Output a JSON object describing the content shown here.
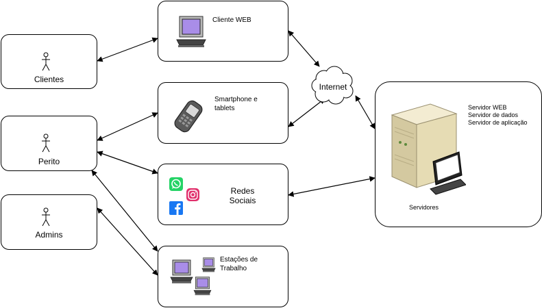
{
  "actors": {
    "clientes": "Clientes",
    "perito": "Perito",
    "admins": "Admins"
  },
  "channels": {
    "web": "Cliente WEB",
    "smartphone_line1": "Smartphone e",
    "smartphone_line2": "tablets",
    "social_line1": "Redes",
    "social_line2": "Sociais",
    "stations_line1": "Estações de",
    "stations_line2": "Trabalho"
  },
  "cloud": {
    "label": "Internet"
  },
  "servers": {
    "roles": [
      "Servidor WEB",
      "Servidor de dados",
      "Servidor de aplicação"
    ],
    "label": "Servidores"
  },
  "colors": {
    "screen": "#a98de8",
    "whatsapp": "#25d366",
    "instagram": "#e1306c",
    "facebook": "#1877f2",
    "server_body": "#e6dcb4"
  }
}
